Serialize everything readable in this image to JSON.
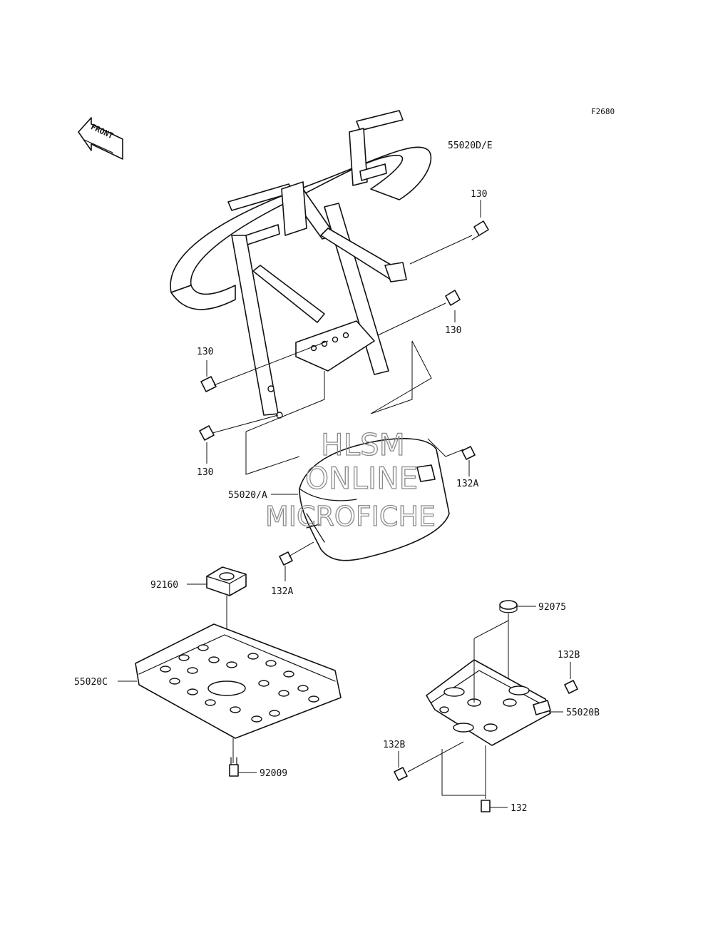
{
  "figure_id": "F2680",
  "front_label": "FRONT",
  "callouts": {
    "guard_55020de": "55020D/E",
    "bolt_130_top": "130",
    "bolt_130_mid_right": "130",
    "bolt_130_mid_left": "130",
    "bolt_130_lower_left": "130",
    "bolt_132a_right": "132A",
    "guard_55020a": "55020/A",
    "bolt_132a_lower": "132A",
    "cap_92160": "92160",
    "plate_55020c": "55020C",
    "bolt_92009": "92009",
    "plug_92075": "92075",
    "bolt_132b_right": "132B",
    "plate_55020b": "55020B",
    "bolt_132b_left": "132B",
    "bolt_132": "132"
  },
  "watermark": {
    "line1": "HLSM",
    "line2": "ONLINE",
    "line3": "MICROFICHE"
  }
}
